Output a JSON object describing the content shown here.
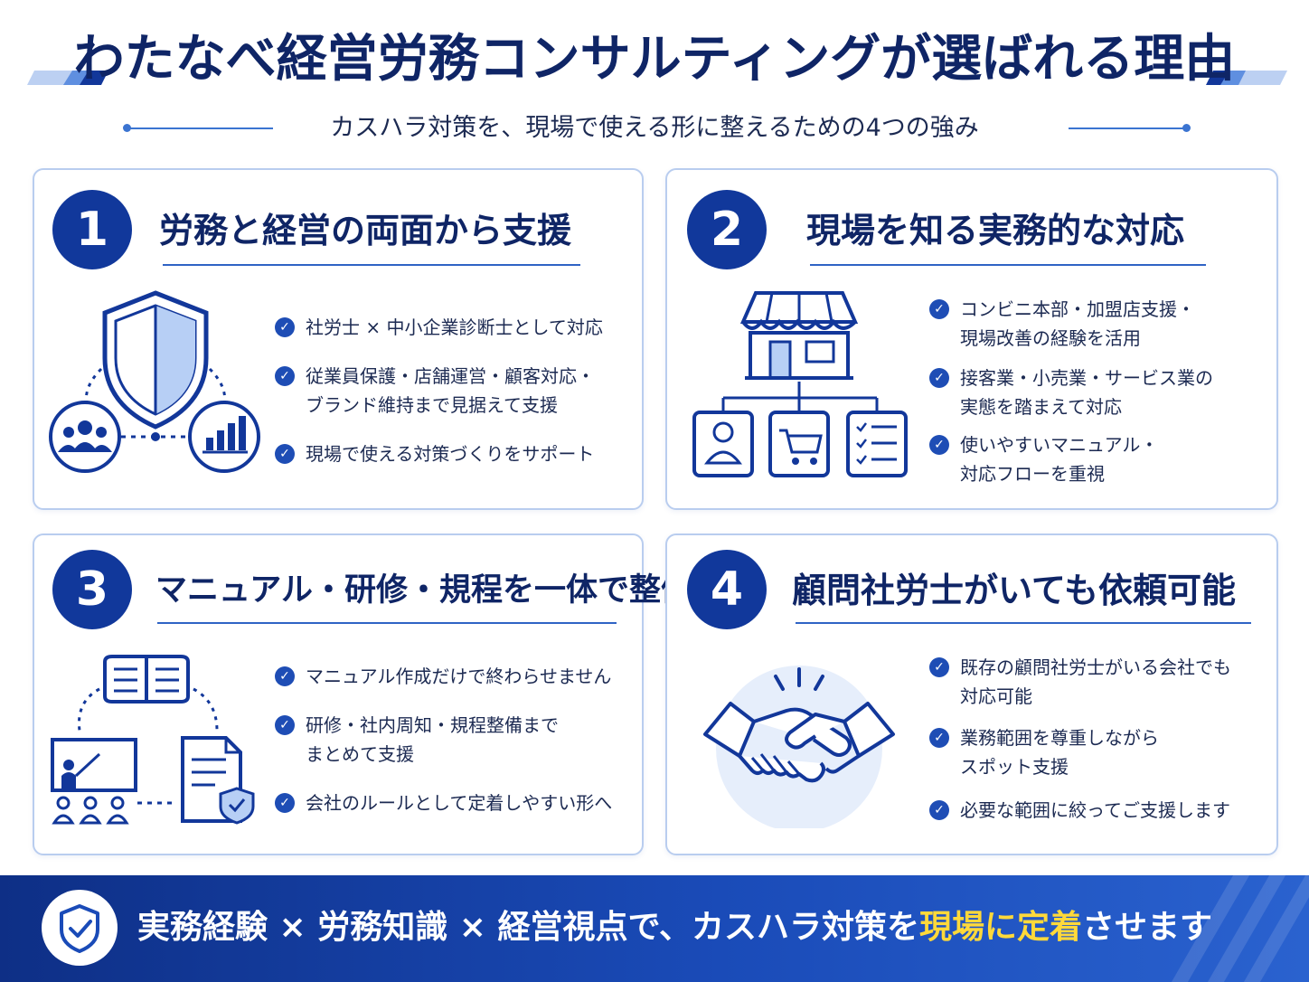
{
  "header": {
    "title": "わたなべ経営労務コンサルティングが選ばれる理由",
    "subtitle": "カスハラ対策を、現場で使える形に整えるための4つの強み"
  },
  "colors": {
    "navy": "#0f2566",
    "accent": "#1e4db5",
    "highlight": "#ffd93a",
    "card_border": "#b9cdef"
  },
  "cards": [
    {
      "number": "1",
      "title": "労務と経営の両面から支援",
      "icon": "shield-network-icon",
      "points": [
        "社労士 × 中小企業診断士として対応",
        "従業員保護・店舗運営・顧客対応・\nブランド維持まで見据えて支援",
        "現場で使える対策づくりをサポート"
      ]
    },
    {
      "number": "2",
      "title": "現場を知る実務的な対応",
      "icon": "store-hierarchy-icon",
      "points": [
        "コンビニ本部・加盟店支援・\n現場改善の経験を活用",
        "接客業・小売業・サービス業の\n実態を踏まえて対応",
        "使いやすいマニュアル・\n対応フローを重視"
      ]
    },
    {
      "number": "3",
      "title": "マニュアル・研修・規程を一体で整備",
      "icon": "manual-training-cycle-icon",
      "points": [
        "マニュアル作成だけで終わらせません",
        "研修・社内周知・規程整備まで\nまとめて支援",
        "会社のルールとして定着しやすい形へ"
      ]
    },
    {
      "number": "4",
      "title": "顧問社労士がいても依頼可能",
      "icon": "handshake-icon",
      "points": [
        "既存の顧問社労士がいる会社でも\n対応可能",
        "業務範囲を尊重しながら\nスポット支援",
        "必要な範囲に絞ってご支援します"
      ]
    }
  ],
  "banner": {
    "icon": "shield-check-icon",
    "text_before": "実務経験 × 労務知識 × 経営視点で、カスハラ対策を",
    "text_highlight": "現場に定着",
    "text_after": "させます"
  }
}
